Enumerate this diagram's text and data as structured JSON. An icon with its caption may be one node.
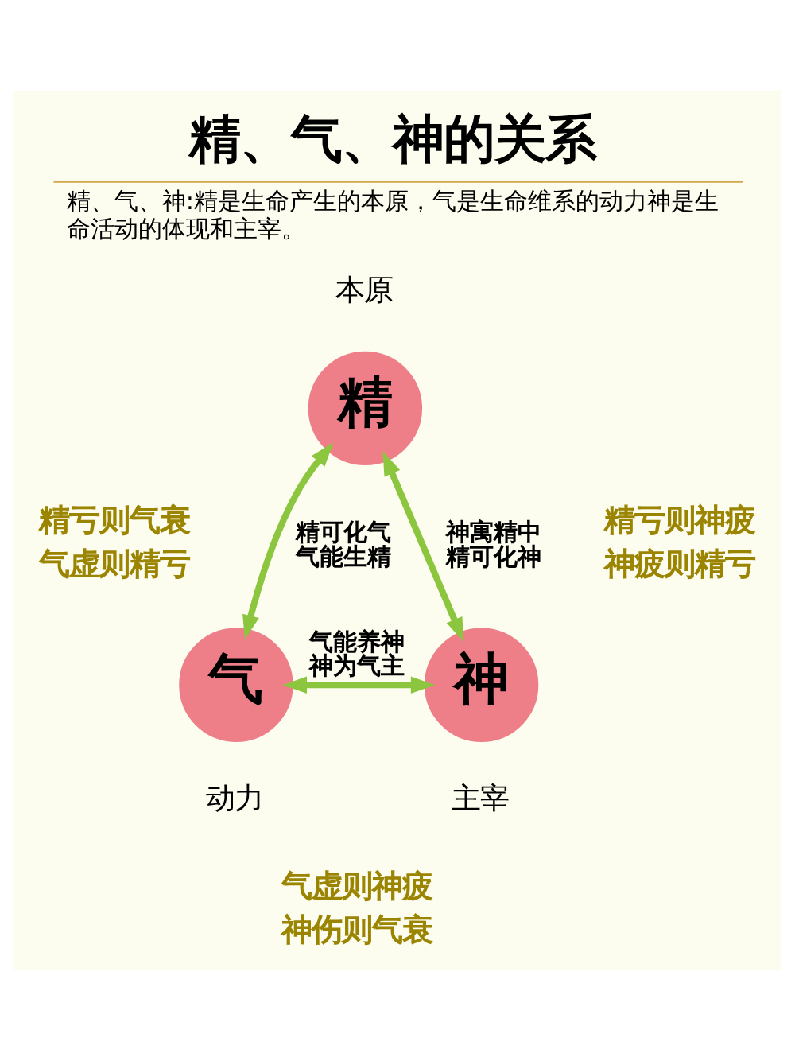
{
  "diagram": {
    "title": "精、气、神的关系",
    "caption": "精、气、神:精是生命产生的本原，气是生命维系的动力神是生命活动的体现和主宰。",
    "nodes": [
      {
        "text": [
          "精"
        ],
        "beside": [
          "本原"
        ]
      },
      {
        "text": [
          "气"
        ],
        "beside": [
          "动力"
        ]
      },
      {
        "text": [
          "神"
        ],
        "beside": [
          "主宰"
        ]
      }
    ],
    "edges": [
      {
        "from": 0,
        "to": 1,
        "arrow": "both",
        "label": "精可化气气能生精"
      },
      {
        "from": 0,
        "to": 2,
        "arrow": "both",
        "label": "神寓精中精可化神"
      },
      {
        "from": 1,
        "to": 2,
        "arrow": "both",
        "label": "气能养神神为气主"
      }
    ],
    "labels": [
      "精亏则气衰",
      "气虚则精亏",
      "精亏则神疲",
      "神疲则精亏",
      "气虚则神疲",
      "神伤则气衰"
    ]
  }
}
